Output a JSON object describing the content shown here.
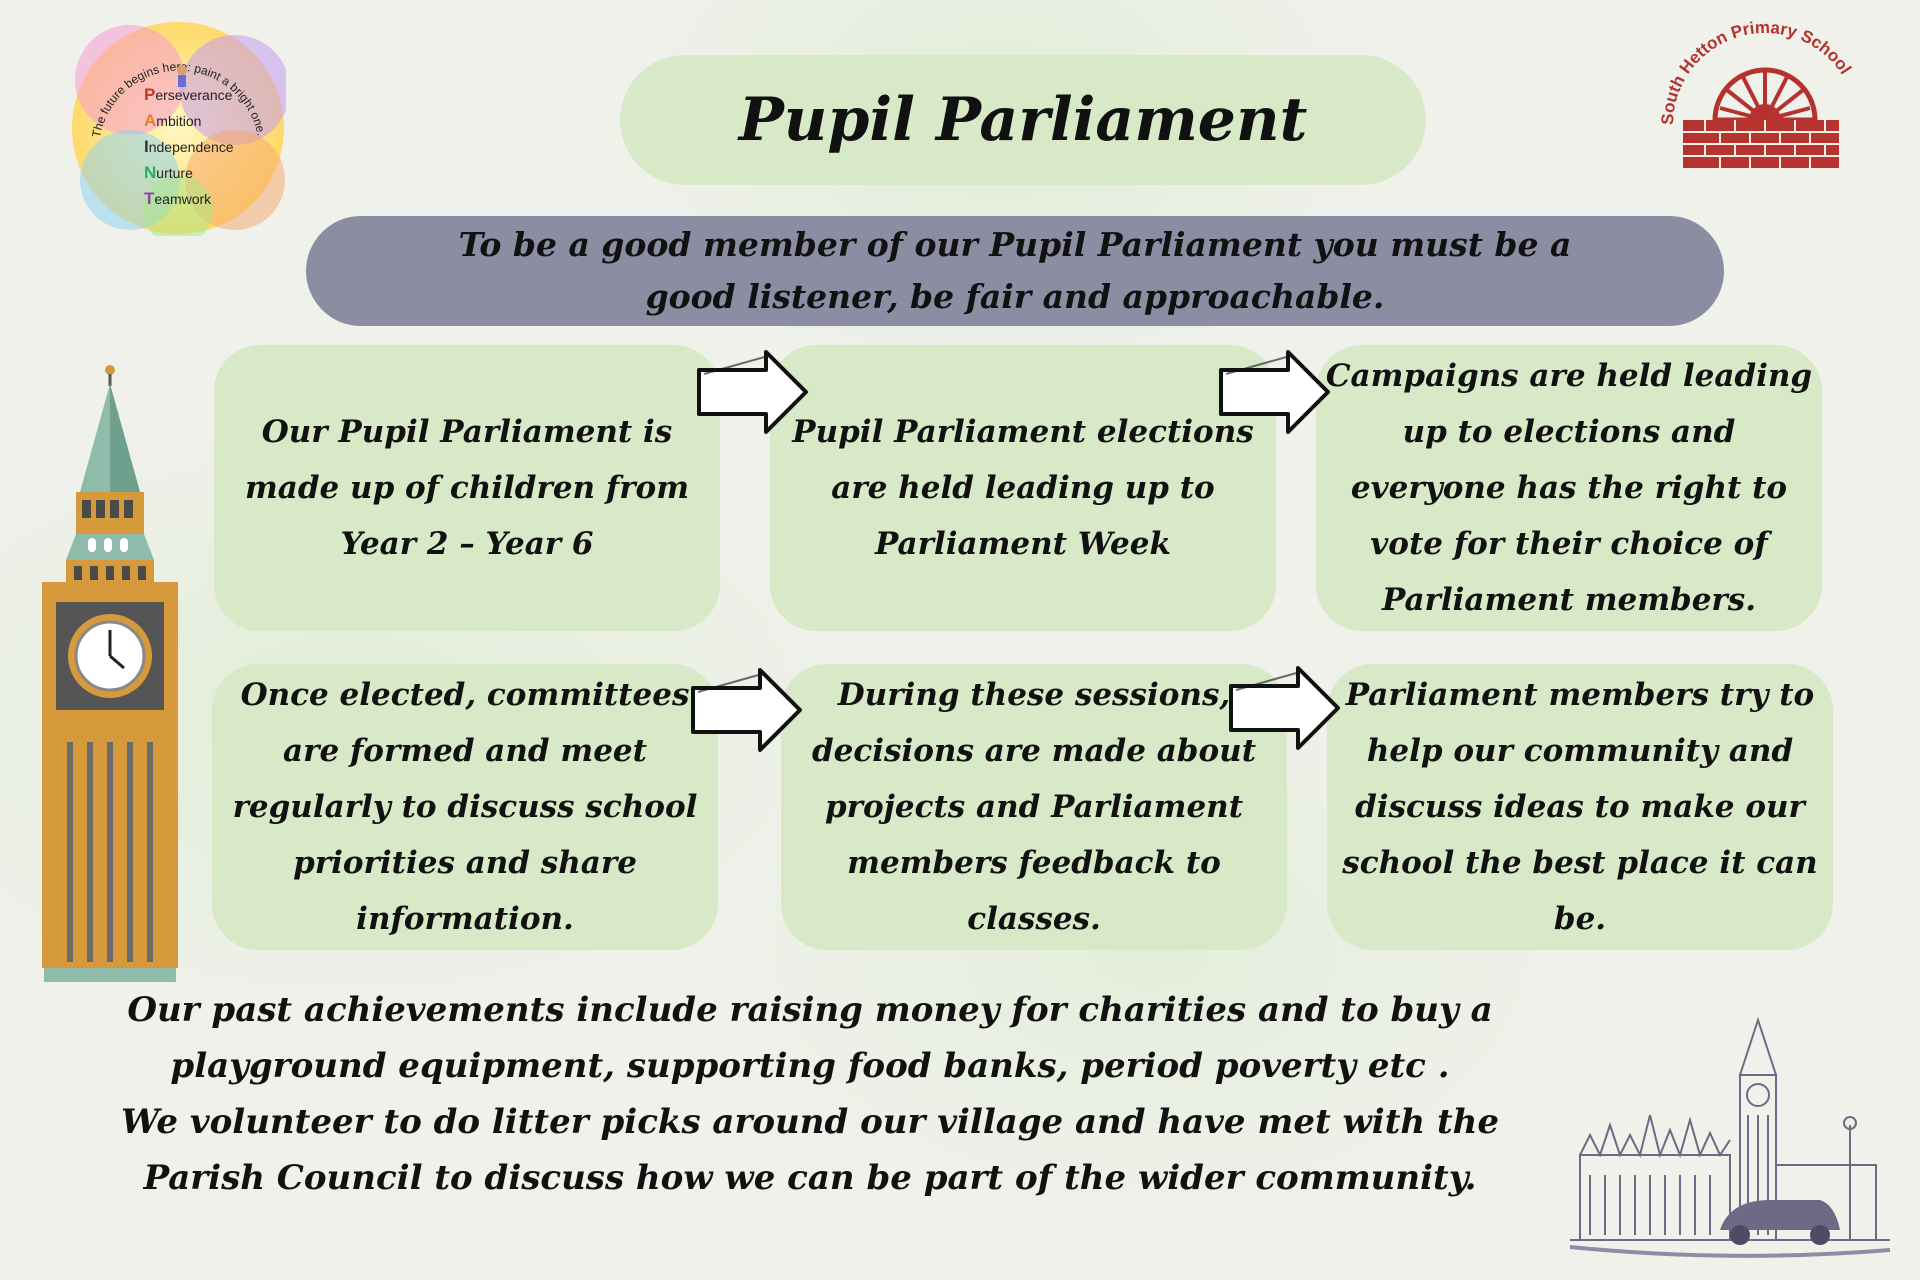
{
  "header": {
    "title": "Pupil Parliament"
  },
  "banner": {
    "text": "To be a good member of  our Pupil Parliament you must be a good listener, be fair and approachable."
  },
  "cards": [
    {
      "text": "Our Pupil Parliament is made up of children from Year 2  – Year 6"
    },
    {
      "text": "Pupil Parliament elections are held leading up to Parliament Week"
    },
    {
      "text": "Campaigns are held leading up to elections and everyone has the right to vote for  their choice of Parliament members."
    },
    {
      "text": "Once elected, committees are formed and meet regularly to discuss school priorities and share information."
    },
    {
      "text": "During these sessions, decisions are made about projects and Parliament members feedback to classes."
    },
    {
      "text": "Parliament members try to help our community and discuss ideas to make our school the best place it can be."
    }
  ],
  "footer": {
    "line1": "Our past achievements include raising money for charities and to buy a playground equipment, supporting food banks, period poverty etc .",
    "line2": "We volunteer to do litter picks around our village and have met with the Parish Council to discuss how we can be part of the wider community."
  },
  "paint_logo": {
    "arc_text": "The future begins here: paint a bright one.",
    "values": [
      {
        "letter": "P",
        "rest": "erseverance",
        "color": "#c0392b"
      },
      {
        "letter": "A",
        "rest": "mbition",
        "color": "#e67e22"
      },
      {
        "letter": "I",
        "rest": "ndependence",
        "color": "#333333"
      },
      {
        "letter": "N",
        "rest": "urture",
        "color": "#27ae60"
      },
      {
        "letter": "T",
        "rest": "eamwork",
        "color": "#8e44ad"
      }
    ]
  },
  "school_logo": {
    "name": "South Hetton Primary School",
    "color": "#b5322e"
  },
  "colors": {
    "pill_green": "#d7e9c7",
    "banner_purple": "#8b8da3"
  }
}
